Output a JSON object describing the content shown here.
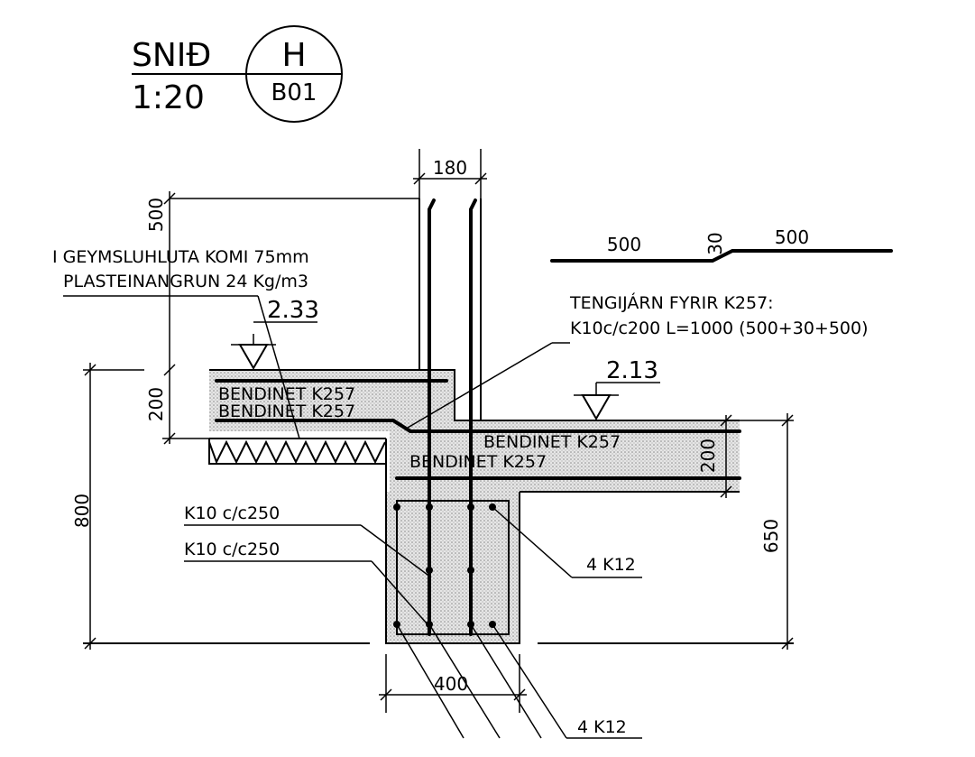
{
  "title_block": {
    "section_label": "SNIÐ",
    "scale": "1:20",
    "detail_id": "H",
    "sheet_id": "B01"
  },
  "dimensions": {
    "wall_width": "180",
    "wall_top": "500",
    "upper_slab_thickness": "200",
    "total_left_height": "800",
    "lower_slab_thickness": "200",
    "right_height": "650",
    "footing_width": "400"
  },
  "bend_detail": {
    "seg_a": "500",
    "offset": "30",
    "seg_b": "500"
  },
  "levels": {
    "upper": "2.33",
    "lower": "2.13"
  },
  "notes": {
    "insulation_line1": "I GEYMSLUHLUTA KOMI 75mm",
    "insulation_line2": "PLASTEINANGRUN 24 Kg/m3",
    "tie_line1": "TENGIJÁRN FYRIR K257:",
    "tie_line2": "K10c/c200 L=1000 (500+30+500)"
  },
  "rebar_labels": {
    "mesh": "BENDINET K257",
    "stirrup_a": "K10 c/c250",
    "stirrup_b": "K10 c/c250",
    "top_bars": "4 K12",
    "bottom_bars": "4 K12"
  }
}
